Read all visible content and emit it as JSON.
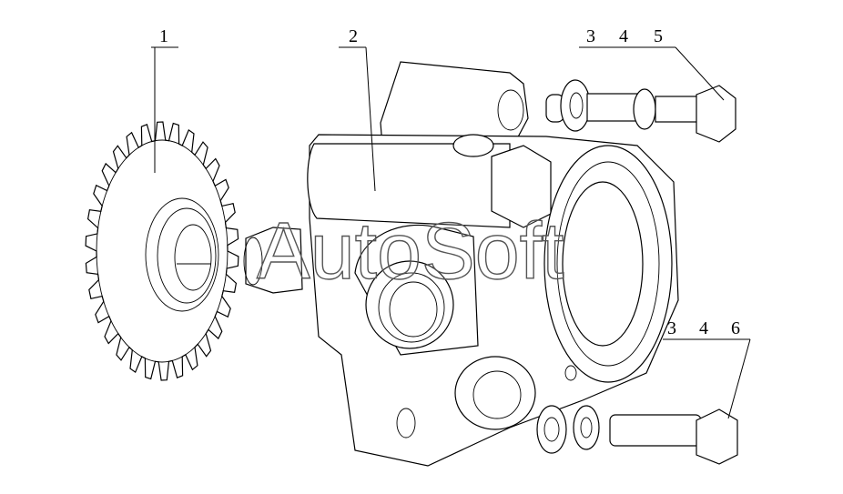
{
  "callouts": {
    "c1": "1",
    "c2": "2",
    "c3a": "3",
    "c4a": "4",
    "c5": "5",
    "c3b": "3",
    "c4b": "4",
    "c6": "6"
  },
  "watermark": "AutoSoft",
  "colors": {
    "line": "#000000",
    "background": "#ffffff",
    "watermark_stroke": "#555555"
  }
}
